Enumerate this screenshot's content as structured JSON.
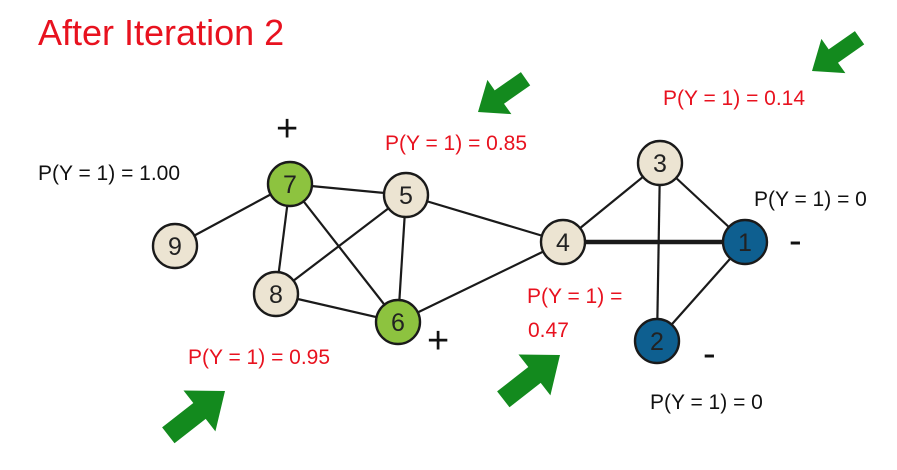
{
  "title": "After Iteration 2",
  "colors": {
    "red": "#e8121f",
    "black": "#111111",
    "green_node": "#8dc33f",
    "tan_node": "#ece4d2",
    "blue_node": "#0e5f90",
    "arrow": "#138a1e"
  },
  "nodes": [
    {
      "id": "1",
      "fill": "blue"
    },
    {
      "id": "2",
      "fill": "blue"
    },
    {
      "id": "3",
      "fill": "tan"
    },
    {
      "id": "4",
      "fill": "tan"
    },
    {
      "id": "5",
      "fill": "tan"
    },
    {
      "id": "6",
      "fill": "green"
    },
    {
      "id": "7",
      "fill": "green"
    },
    {
      "id": "8",
      "fill": "tan"
    },
    {
      "id": "9",
      "fill": "tan"
    }
  ],
  "edges": [
    [
      "9",
      "7"
    ],
    [
      "7",
      "5"
    ],
    [
      "7",
      "8"
    ],
    [
      "7",
      "6"
    ],
    [
      "5",
      "8"
    ],
    [
      "5",
      "6"
    ],
    [
      "5",
      "4"
    ],
    [
      "8",
      "6"
    ],
    [
      "6",
      "4"
    ],
    [
      "4",
      "3"
    ],
    [
      "4",
      "1"
    ],
    [
      "3",
      "1"
    ],
    [
      "3",
      "2"
    ],
    [
      "1",
      "2"
    ]
  ],
  "signs": {
    "node7": "+",
    "node6": "+",
    "node1": "-",
    "node2": "-"
  },
  "labels": {
    "node9": "P(Y = 1) = 1.00",
    "node5": "P(Y = 1) = 0.85",
    "node3": "P(Y = 1) = 0.14",
    "node1": "P(Y = 1) = 0",
    "node4_line1": "P(Y = 1) =",
    "node4_line2": "0.47",
    "node8": "P(Y = 1) = 0.95",
    "node2": "P(Y = 1) = 0"
  },
  "arrows_icon": "green-arrow-icon"
}
